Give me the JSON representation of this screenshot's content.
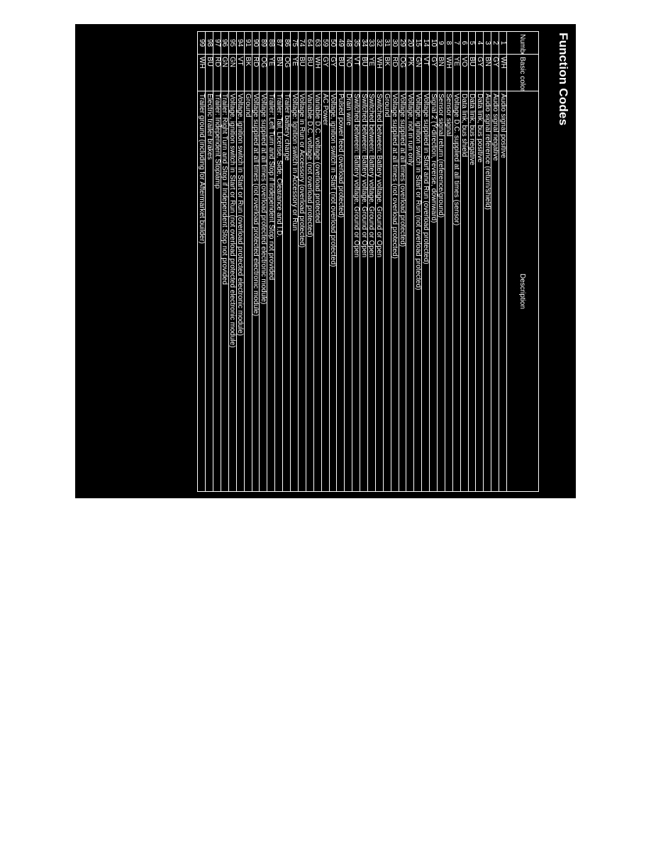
{
  "page": {
    "title": "Function Codes"
  },
  "table": {
    "headers": {
      "number": "Number",
      "color": "Basic color",
      "description": "Description"
    },
    "rows": [
      {
        "number": "1",
        "color": "WH",
        "description": "Audio signal positive"
      },
      {
        "number": "2",
        "color": "GY",
        "description": "Audio signal negative"
      },
      {
        "number": "3",
        "color": "BN",
        "description": "Audio signal reference (return/shield)"
      },
      {
        "number": "4",
        "color": "GY",
        "description": "Data link, bus positive"
      },
      {
        "number": "5",
        "color": "BU",
        "description": "Data link, bus negative"
      },
      {
        "number": "6",
        "color": "VO",
        "description": "Data link, bus shield"
      },
      {
        "number": "7",
        "color": "YE",
        "description": "Voltage D.C. supplied at all times (sensor)"
      },
      {
        "number": "8",
        "color": "WH",
        "description": "Sensor signal"
      },
      {
        "number": "9",
        "color": "BN",
        "description": "Sensor signal return (reference/ground)"
      },
      {
        "number": "10",
        "color": "GY",
        "description": "Signal 2 (Y-direction, reverse, downward)"
      },
      {
        "number": "14",
        "color": "VT",
        "description": "Voltage supplied in Start and Run (overload protected)"
      },
      {
        "number": "15",
        "color": "GN",
        "description": "Voltage, ignition switch in Start or Run (not overload protected)"
      },
      {
        "number": "20",
        "color": "PK",
        "description": "Voltage, not in run only"
      },
      {
        "number": "29",
        "color": "OG",
        "description": "Voltage supplied at all times (overload protected)"
      },
      {
        "number": "30",
        "color": "RD",
        "description": "Voltage supplied at all times (not overload protected)"
      },
      {
        "number": "31",
        "color": "BK",
        "description": "Ground"
      },
      {
        "number": "32",
        "color": "WH",
        "description": "Switched between: Battery voltage, Ground or Open"
      },
      {
        "number": "33",
        "color": "YE",
        "description": "Switched between: Battery voltage, Ground or Open"
      },
      {
        "number": "34",
        "color": "BU",
        "description": "Switched between: Battery voltage, Ground or Open"
      },
      {
        "number": "35",
        "color": "VT",
        "description": "Switched between: Battery voltage, Ground or Open"
      },
      {
        "number": "48",
        "color": "NO",
        "description": "Drain wire"
      },
      {
        "number": "49",
        "color": "BU",
        "description": "Pulsed power feed (overload protected)"
      },
      {
        "number": "50",
        "color": "GY",
        "description": "Voltage, ignition switch in Start (not overload protected)"
      },
      {
        "number": "59",
        "color": "GY",
        "description": "AC Power"
      },
      {
        "number": "63",
        "color": "WH",
        "description": "Variable D.C. voltage (overload protected"
      },
      {
        "number": "64",
        "color": "BU",
        "description": "Variable D.C. voltage (not overload protected)"
      },
      {
        "number": "74",
        "color": "BU",
        "description": "Voltage in Run or Accessory (overload protected)"
      },
      {
        "number": "75",
        "color": "YE",
        "description": "Voltage: Ignition switch in Accessory or Run"
      },
      {
        "number": "86",
        "color": "OG",
        "description": "Trailer battery charge"
      },
      {
        "number": "87",
        "color": "BN",
        "description": "Trailer: Tail, License, Side, Clearance and I.D."
      },
      {
        "number": "88",
        "color": "YE",
        "description": "Trailer: Left Turn and Stop if Independent Stop not provided"
      },
      {
        "number": "89",
        "color": "OG",
        "description": "Voltage supplied at all times (overload protected electronic module)"
      },
      {
        "number": "90",
        "color": "RD",
        "description": "Voltage supplied at all times (not overload protected electronic module)"
      },
      {
        "number": "91",
        "color": "BK",
        "description": "Ground"
      },
      {
        "number": "94",
        "color": "VT",
        "description": "Voltage, ignition switch in Start or Run (overload protected electronic module)"
      },
      {
        "number": "95",
        "color": "GN",
        "description": "Voltage, ignition switch in Start or Run (not overload protected electronic module)"
      },
      {
        "number": "96",
        "color": "GN",
        "description": "Trailer: Right Turn and Stop if Independent Stop not provided"
      },
      {
        "number": "97",
        "color": "RD",
        "description": "Trailer: Independent Stoplamp"
      },
      {
        "number": "98",
        "color": "BU",
        "description": "Electric trailer brakes"
      },
      {
        "number": "99",
        "color": "WH",
        "description": "Trailer ground (including for Aftermarket builder)"
      }
    ]
  }
}
